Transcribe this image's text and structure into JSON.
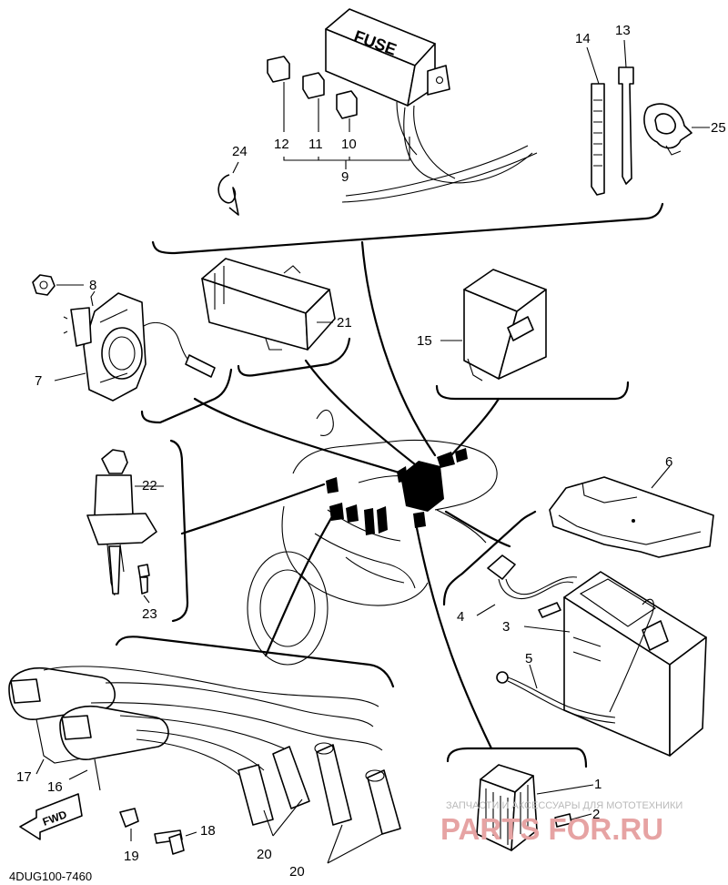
{
  "diagram": {
    "fuse_box_label": "FUSE",
    "fwd_label": "FWD",
    "drawing_code": "4DUG100-7460",
    "watermark_tagline": "ЗАПЧАСТИ И АКСЕССУАРЫ ДЛЯ МОТОТЕХНИКИ",
    "watermark_logo": "PARTS FOR.RU",
    "callouts": {
      "c1": "1",
      "c2": "2",
      "c3": "3",
      "c4": "4",
      "c5": "5",
      "c6": "6",
      "c7": "7",
      "c8": "8",
      "c9": "9",
      "c10": "10",
      "c11": "11",
      "c12": "12",
      "c13": "13",
      "c14": "14",
      "c15": "15",
      "c16": "16",
      "c17": "17",
      "c18": "18",
      "c19": "19",
      "c20a": "20",
      "c20b": "20",
      "c21": "21",
      "c22": "22",
      "c23": "23",
      "c24": "24",
      "c25": "25"
    }
  }
}
